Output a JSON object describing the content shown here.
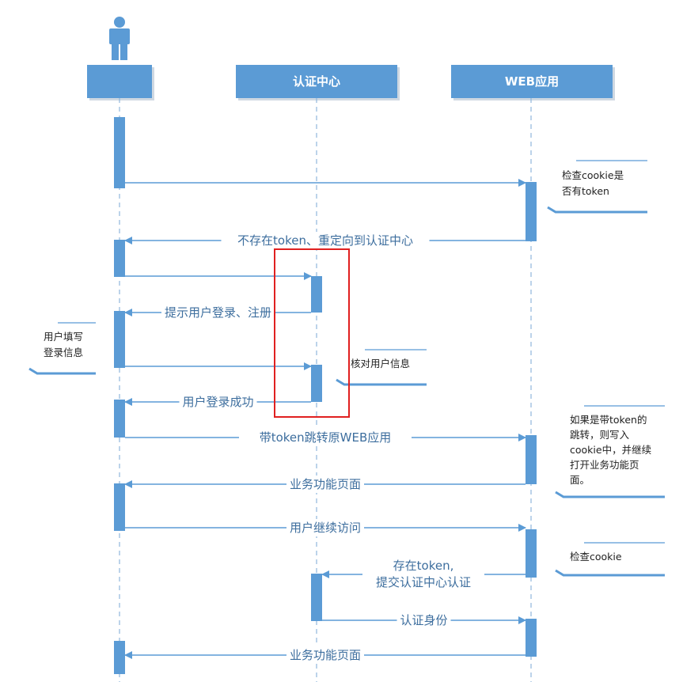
{
  "participants": [
    {
      "id": "user",
      "label": "",
      "icon": "person-icon"
    },
    {
      "id": "auth",
      "label": "认证中心"
    },
    {
      "id": "web",
      "label": "WEB应用"
    }
  ],
  "messages": [
    {
      "label": "",
      "from": "user",
      "to": "web"
    },
    {
      "label": "不存在token、重定向到认证中心",
      "from": "web",
      "to": "user"
    },
    {
      "label": "",
      "from": "user",
      "to": "auth"
    },
    {
      "label": "提示用户登录、注册",
      "from": "auth",
      "to": "user"
    },
    {
      "label": "",
      "from": "user",
      "to": "auth"
    },
    {
      "label": "用户登录成功",
      "from": "auth",
      "to": "user"
    },
    {
      "label": "带token跳转原WEB应用",
      "from": "user",
      "to": "web"
    },
    {
      "label": "业务功能页面",
      "from": "web",
      "to": "user"
    },
    {
      "label": "用户继续访问",
      "from": "user",
      "to": "web"
    },
    {
      "label": "存在token,|提交认证中心认证",
      "from": "web",
      "to": "auth"
    },
    {
      "label": "认证身份",
      "from": "auth",
      "to": "web"
    },
    {
      "label": "业务功能页面",
      "from": "web",
      "to": "user"
    }
  ],
  "notes": [
    {
      "lines": [
        "检查cookie是",
        "否有token"
      ]
    },
    {
      "lines": [
        "用户填写",
        "登录信息"
      ]
    },
    {
      "lines": [
        "核对用户信息"
      ]
    },
    {
      "lines": [
        "如果是带token的",
        "跳转，则写入",
        "cookie中，并继续",
        "打开业务功能页",
        "面。"
      ]
    },
    {
      "lines": [
        "检查cookie"
      ]
    }
  ],
  "colors": {
    "participant_box": "#5b9bd5",
    "activation": "#5b9bd5",
    "lifeline": "#8fb6dc",
    "arrow": "#5b9bd5",
    "label_text": "#3d6e9e",
    "highlight": "#e02020"
  },
  "highlight": {
    "note": "red rectangle around 认证中心 activations"
  }
}
